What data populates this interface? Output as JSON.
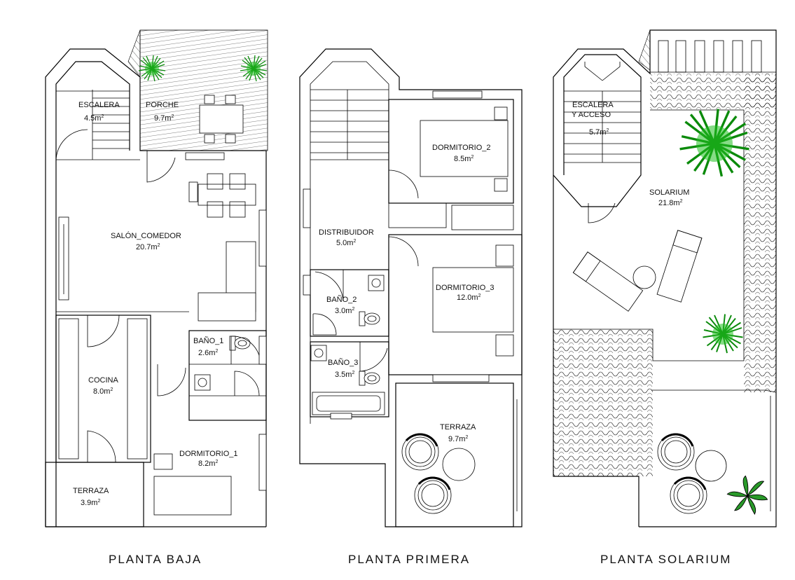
{
  "plans": [
    {
      "title": "PLANTA  BAJA",
      "rooms": [
        {
          "name": "ESCALERA",
          "area": "4.5m",
          "sup": "2"
        },
        {
          "name": "PORCHE",
          "area": "9.7m",
          "sup": "2"
        },
        {
          "name": "SALÓN_COMEDOR",
          "area": "20.7m",
          "sup": "2"
        },
        {
          "name": "BAÑO_1",
          "area": "2.6m",
          "sup": "2"
        },
        {
          "name": "COCINA",
          "area": "8.0m",
          "sup": "2"
        },
        {
          "name": "DORMITORIO_1",
          "area": "8.2m",
          "sup": "2"
        },
        {
          "name": "TERRAZA",
          "area": "3.9m",
          "sup": "2"
        }
      ]
    },
    {
      "title": "PLANTA  PRIMERA",
      "rooms": [
        {
          "name": "DORMITORIO_2",
          "area": "8.5m",
          "sup": "2"
        },
        {
          "name": "DISTRIBUIDOR",
          "area": "5.0m",
          "sup": "2"
        },
        {
          "name": "DORMITORIO_3",
          "area": "12.0m",
          "sup": "2"
        },
        {
          "name": "BAÑO_2",
          "area": "3.0m",
          "sup": "2"
        },
        {
          "name": "BAÑO_3",
          "area": "3.5m",
          "sup": "2"
        },
        {
          "name": "TERRAZA",
          "area": "9.7m",
          "sup": "2"
        }
      ]
    },
    {
      "title": "PLANTA  SOLARIUM",
      "rooms": [
        {
          "name": "ESCALERA",
          "name2": "Y ACCESO",
          "area": "5.7m",
          "sup": "2"
        },
        {
          "name": "SOLARIUM",
          "area": "21.8m",
          "sup": "2"
        }
      ]
    }
  ],
  "colors": {
    "wall": "#000000",
    "plant": "#22b222",
    "plant_dark": "#0a7a0a",
    "paper": "#ffffff"
  }
}
